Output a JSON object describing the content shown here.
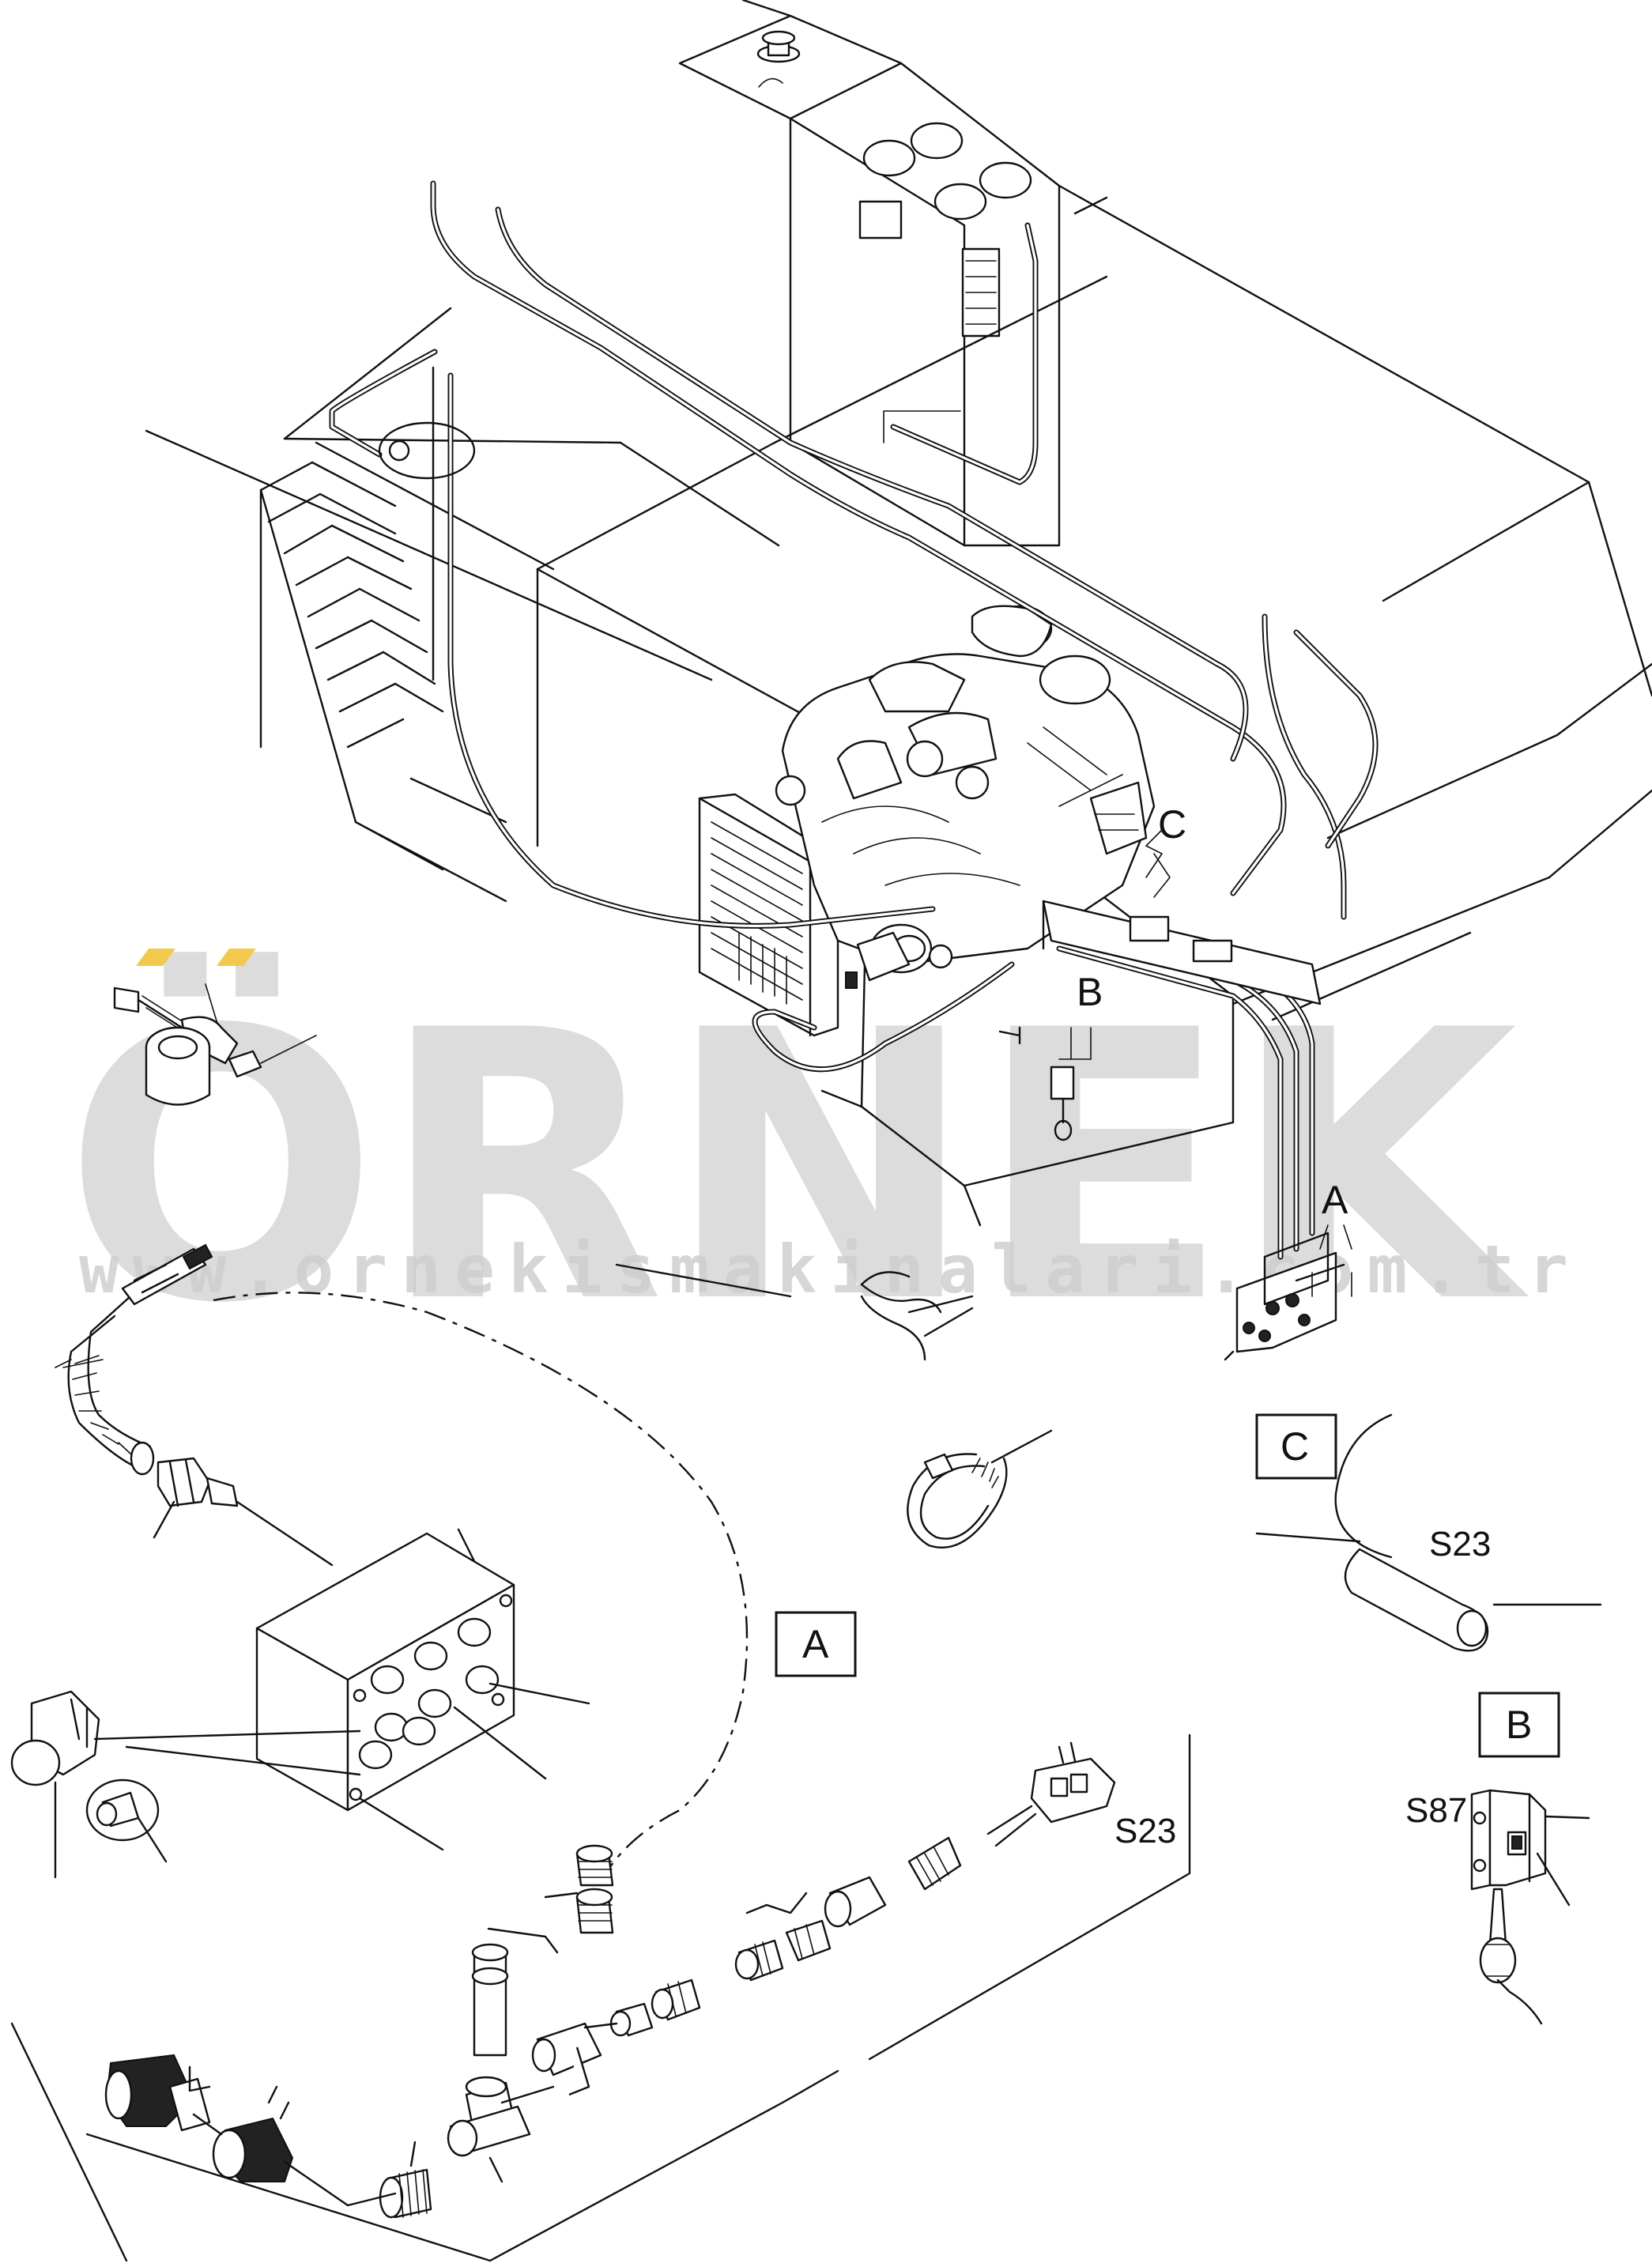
{
  "callouts": {
    "A_main": "A",
    "B_main": "B",
    "C_main": "C",
    "A_box": "A",
    "B_box": "B",
    "C_box": "C",
    "s23_inset": "S23",
    "s23_harness": "S23",
    "s87": "S87"
  },
  "watermark": {
    "text": "ÖRNEK",
    "url": "www.ornekismakinalari.com.tr",
    "accent_color": "#f2c94c"
  },
  "colors": {
    "line": "#111111",
    "background": "#ffffff",
    "watermark": "#d5d5d5"
  }
}
